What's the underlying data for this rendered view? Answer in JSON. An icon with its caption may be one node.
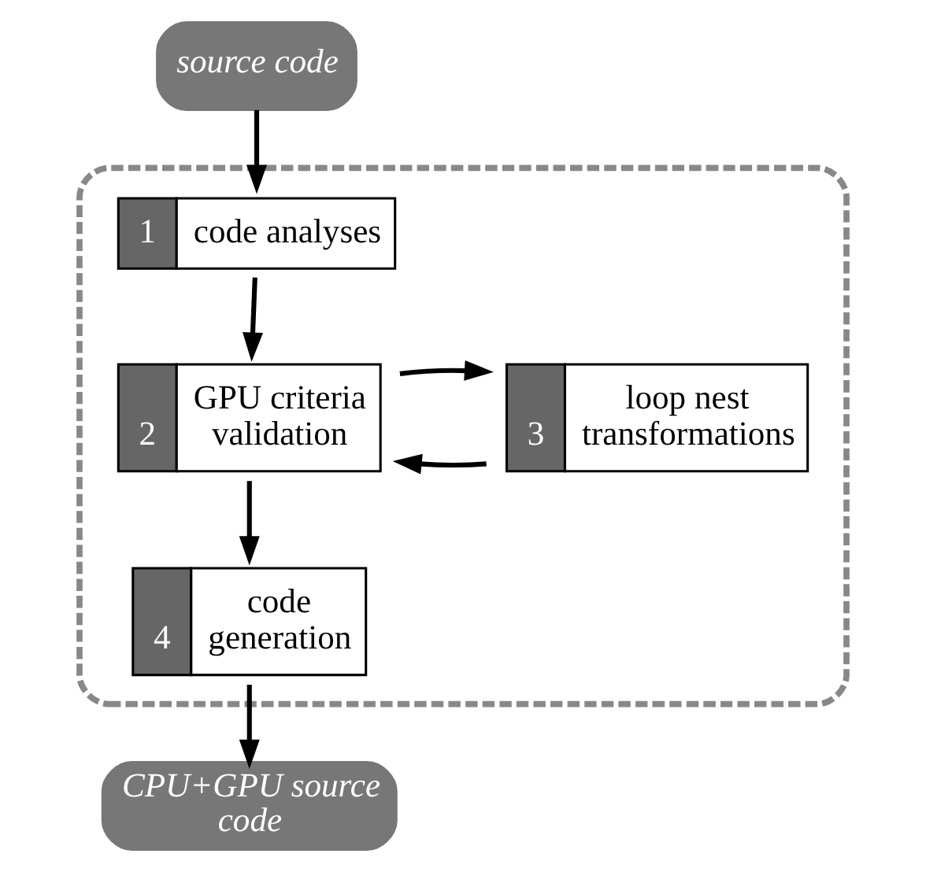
{
  "diagram": {
    "nodes": [
      {
        "text": [
          "source code"
        ]
      },
      {
        "text": [],
        "shape": "box"
      },
      {
        "text": [
          "code analyses"
        ],
        "in": 1,
        "beside": [
          "1"
        ]
      },
      {
        "text": [
          "GPU criteria validation"
        ],
        "in": 1,
        "beside": [
          "2"
        ]
      },
      {
        "text": [
          "loop nest transformations"
        ],
        "in": 1,
        "beside": [
          "3"
        ]
      },
      {
        "text": [
          "code generation"
        ],
        "in": 1,
        "beside": [
          "4"
        ]
      },
      {
        "text": [
          "CPU+GPU source code"
        ]
      }
    ],
    "edges": [
      {
        "from": 0,
        "to": 2,
        "arrow": "to"
      },
      {
        "from": 2,
        "to": 3,
        "arrow": "to"
      },
      {
        "from": 4,
        "to": 3,
        "arrow": "to"
      },
      {
        "from": 3,
        "to": 4,
        "arrow": "to"
      },
      {
        "from": 3,
        "to": 5,
        "arrow": "to"
      },
      {
        "from": 5,
        "to": 6,
        "arrow": "to"
      }
    ]
  }
}
